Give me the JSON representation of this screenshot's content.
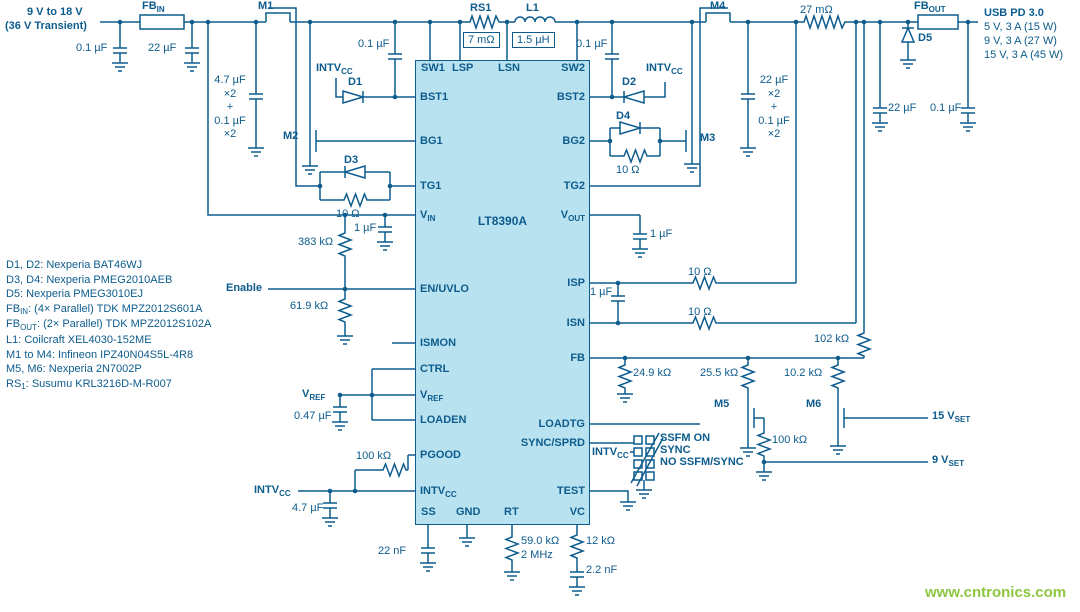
{
  "colors": {
    "ink": "#0d5c8d",
    "ic_fill": "#b9e2f0",
    "watermark_green": "#8dc63f",
    "background": "#ffffff"
  },
  "source": {
    "line1": "9 V to 18 V",
    "line2": "(36 V Transient)"
  },
  "output": {
    "title": "USB PD 3.0",
    "opt1": "5 V, 3 A (15 W)",
    "opt2": "9 V, 3 A (27 W)",
    "opt3": "15 V, 3 A (45 W)"
  },
  "watermark": "www.cntronics.com",
  "ic": {
    "name": "LT8390A",
    "sw1": "SW1",
    "lsp": "LSP",
    "lsn": "LSN",
    "sw2": "SW2",
    "bst1": "BST1",
    "bg1": "BG1",
    "tg1": "TG1",
    "vin": "V",
    "vin_sub": "IN",
    "en_uvlo": "EN/UVLO",
    "ismon": "ISMON",
    "ctrl": "CTRL",
    "vref": "V",
    "vref_sub": "REF",
    "loaden": "LOADEN",
    "pgood": "PGOOD",
    "intvcc": "INTV",
    "intvcc_sub": "CC",
    "ss": "SS",
    "gnd": "GND",
    "rt": "RT",
    "vc": "VC",
    "bst2": "BST2",
    "bg2": "BG2",
    "tg2": "TG2",
    "vout": "V",
    "vout_sub": "OUT",
    "isp": "ISP",
    "isn": "ISN",
    "fb": "FB",
    "loadtg": "LOADTG",
    "sync_sprd": "SYNC/SPRD",
    "test": "TEST"
  },
  "c": {
    "fb_in": "FB",
    "fb_in_sub": "IN",
    "cin_small": "0.1 µF",
    "cin_bulk": "22 µF",
    "m1": "M1",
    "bank_in": "4.7 µF\n×2\n+\n0.1 µF\n×2",
    "intvcc_d1": "INTV",
    "intvcc_d1_sub": "CC",
    "d1": "D1",
    "m2": "M2",
    "d3": "D3",
    "r_tg1": "10 Ω",
    "c_bst1": "0.1 µF",
    "rs1": "RS1",
    "rs1_val": "7 mΩ",
    "l1": "L1",
    "l1_val": "1.5 µH",
    "c_bst2": "0.1 µF",
    "d2": "D2",
    "intvcc_d2": "INTV",
    "intvcc_d2_sub": "CC",
    "d4": "D4",
    "r_bg2": "10 Ω",
    "m3": "M3",
    "m4": "M4",
    "bank_out": "22 µF\n×2\n+\n0.1 µF\n×2",
    "r_sense": "27 mΩ",
    "fb_out": "FB",
    "fb_out_sub": "OUT",
    "d5": "D5",
    "cout_bulk": "22 µF",
    "cout_small": "0.1 µF",
    "r383": "383 kΩ",
    "c_vin": "1 µF",
    "enable": "Enable",
    "r619": "61.9 kΩ",
    "vref": "V",
    "vref_sub": "REF",
    "c_vref": "0.47 µF",
    "r_pgood": "100 kΩ",
    "intvcc_l": "INTV",
    "intvcc_l_sub": "CC",
    "c_intvcc": "4.7 µF",
    "c_ss": "22 nF",
    "r_rt": "59.0 kΩ",
    "f_rt": "2 MHz",
    "r_vc": "12 kΩ",
    "c_vc": "2.2 nF",
    "c_vout": "1 µF",
    "r_isp": "10 Ω",
    "c_is": "1 µF",
    "r_isn": "10 Ω",
    "r249": "24.9 kΩ",
    "r255": "25.5 kΩ",
    "r102": "10.2 kΩ",
    "r102k": "102 kΩ",
    "m5": "M5",
    "m6": "M6",
    "r_gate": "100 kΩ",
    "v15": "15 V",
    "v15_sub": "SET",
    "v9": "9 V",
    "v9_sub": "SET",
    "intvcc_hdr": "INTV",
    "intvcc_hdr_sub": "CC",
    "jp1": "SSFM ON",
    "jp2": "SYNC",
    "jp3": "NO SSFM/SYNC"
  },
  "notes": {
    "n1": "D1, D2: Nexperia BAT46WJ",
    "n2": "D3, D4: Nexperia PMEG2010AEB",
    "n3": "D5: Nexperia PMEG3010EJ",
    "n4a": "FB",
    "n4b": "IN",
    "n4c": ": (4× Parallel) TDK MPZ2012S601A",
    "n5a": "FB",
    "n5b": "OUT",
    "n5c": ": (2× Parallel) TDK MPZ2012S102A",
    "n6": "L1: Coilcraft XEL4030-152ME",
    "n7": "M1 to M4: Infineon IPZ40N04S5L-4R8",
    "n8": "M5, M6: Nexperia 2N7002P",
    "n9a": "RS",
    "n9b": "1",
    "n9c": ": Susumu KRL3216D-M-R007"
  }
}
